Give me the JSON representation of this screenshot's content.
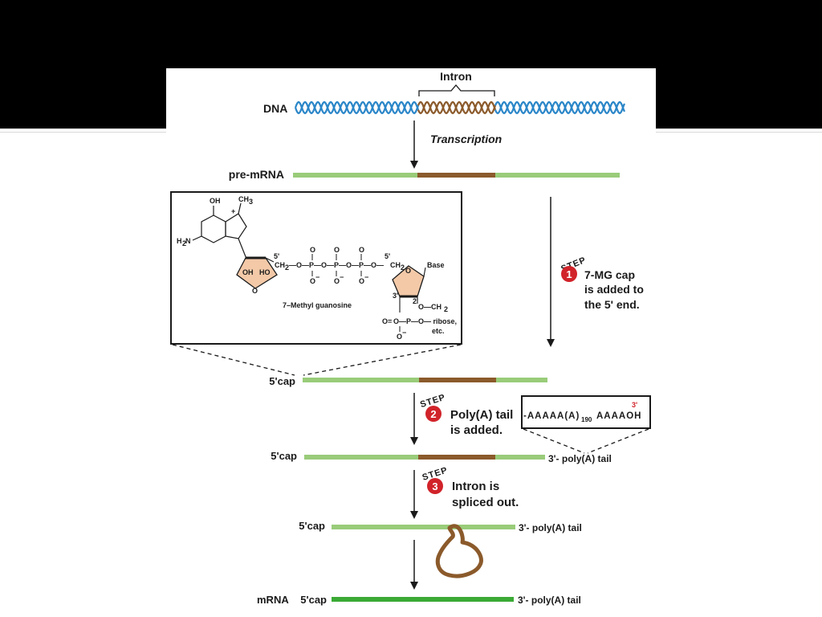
{
  "slide": {
    "title": ""
  },
  "diagram": {
    "dna_label": "DNA",
    "intron_label": "Intron",
    "transcription_label": "Transcription",
    "pre_mrna_label": "pre-mRNA",
    "step_word": "STEP",
    "step1": {
      "number": "1",
      "line1": "7-MG cap",
      "line2": "is added to",
      "line3": "the 5' end."
    },
    "step2": {
      "number": "2",
      "line1": "Poly(A) tail",
      "line2": "is added."
    },
    "step3": {
      "number": "3",
      "line1": "Intron is",
      "line2": "spliced out."
    },
    "cap_label": "5'cap",
    "tail_label": "3'- poly(A) tail",
    "mrna_label": "mRNA",
    "polya_box": {
      "prefix": "-AAAAA(A)",
      "subscript": "190",
      "suffix": "AAAAOH",
      "three_prime": "3'"
    },
    "molecule": {
      "caption": "7–Methyl guanosine",
      "oh": "OH",
      "ch3": "CH",
      "ch3_sub": "3",
      "h2n": "H",
      "h2n_sub": "2",
      "n": "N",
      "plus": "+",
      "five_prime": "5'",
      "ch2_left": "CH",
      "ch2_sub": "2",
      "phosphate_chain": "—O—P—O—P—O—P—O—",
      "p": "P",
      "o_top": "O",
      "o_minus": "O",
      "minus": "−",
      "ch2_right": "CH",
      "o_ring": "O",
      "base": "Base",
      "sugar_oh": "OH",
      "sugar_ho": "HO",
      "three_prime": "3'",
      "two_prime": "2'",
      "o_ch2": "O—CH",
      "ribose_chain": "O—P—O— ribose,",
      "etc": "etc.",
      "o_bottom": "O"
    },
    "colors": {
      "exon": "#99cc7a",
      "intron": "#8b5a2b",
      "mrna": "#3aaa35",
      "dna_blue": "#2a86c8",
      "step_badge": "#d1232a",
      "sugar": "#f3c9a8",
      "text": "#1a1a1a"
    }
  }
}
